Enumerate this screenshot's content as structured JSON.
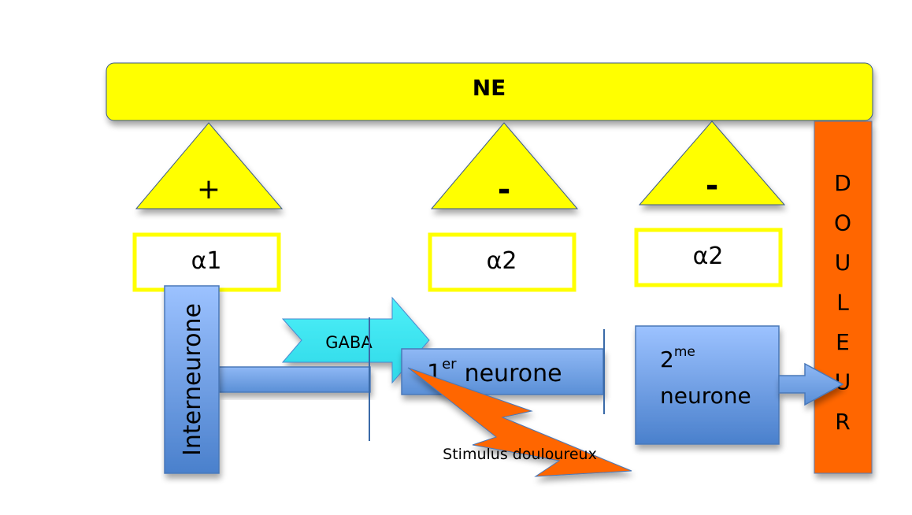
{
  "title_bar": {
    "label": "NE",
    "color": "#ffff00"
  },
  "receptors": [
    {
      "effect": "+",
      "receptor": "α1"
    },
    {
      "effect": "-",
      "receptor": "α2"
    },
    {
      "effect": "-",
      "receptor": "α2"
    }
  ],
  "douleur": {
    "letters": [
      "D",
      "O",
      "U",
      "L",
      "E",
      "U",
      "R"
    ],
    "color": "#ff6600"
  },
  "interneurone": {
    "label": "Interneurone"
  },
  "gaba": {
    "label": "GABA",
    "color": "#33e6f0"
  },
  "neuron1": {
    "number": "1",
    "sup": "er",
    "label": "neurone"
  },
  "neuron2": {
    "number": "2",
    "sup": "me",
    "label": "neurone"
  },
  "stimulus": {
    "label": "Stimulus douloureux",
    "color": "#ff6600"
  },
  "colors": {
    "neuron_top": "#9cc2ff",
    "neuron_bottom": "#4a82cc",
    "receptor_border": "#ffff00"
  }
}
